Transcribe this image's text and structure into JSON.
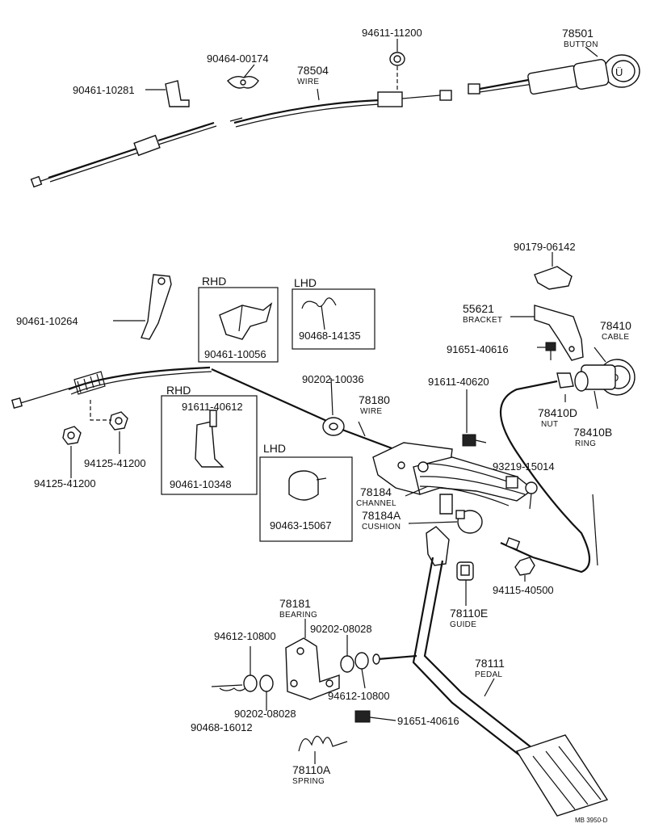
{
  "labels": {
    "p94611_11200": "94611-11200",
    "p78501": "78501",
    "button": "BUTTON",
    "p90464_00174": "90464-00174",
    "p78504": "78504",
    "wire_top": "WIRE",
    "p90461_10281": "90461-10281",
    "p90179_06142": "90179-06142",
    "p55621": "55621",
    "bracket": "BRACKET",
    "p78410": "78410",
    "cable": "CABLE",
    "p91651_40616_a": "91651-40616",
    "p90461_10264": "90461-10264",
    "rhd1": "RHD",
    "p90461_10056": "90461-10056",
    "lhd1": "LHD",
    "p90468_14135": "90468-14135",
    "p90202_10036": "90202-10036",
    "p91611_40620": "91611-40620",
    "p78410D": "78410D",
    "nut": "NUT",
    "p78410B": "78410B",
    "ring": "RING",
    "rhd2": "RHD",
    "p91611_40612": "91611-40612",
    "p90461_10348": "90461-10348",
    "p78180": "78180",
    "wire_mid": "WIRE",
    "p94125_41200_a": "94125-41200",
    "p94125_41200_b": "94125-41200",
    "lhd2": "LHD",
    "p90463_15067": "90463-15067",
    "p93219_15014": "93219-15014",
    "p78184": "78184",
    "channel": "CHANNEL",
    "p78184A": "78184A",
    "cushion": "CUSHION",
    "p94115_40500": "94115-40500",
    "p78110E": "78110E",
    "guide": "GUIDE",
    "p78181": "78181",
    "bearing": "BEARING",
    "p94612_10800_a": "94612-10800",
    "p90202_08028_a": "90202-08028",
    "p94612_10800_b": "94612-10800",
    "p90202_08028_b": "90202-08028",
    "p90468_16012": "90468-16012",
    "p91651_40616_b": "91651-40616",
    "p78110A": "78110A",
    "spring": "SPRING",
    "p78111": "78111",
    "pedal": "PEDAL",
    "ref": "MB 3950-D"
  }
}
